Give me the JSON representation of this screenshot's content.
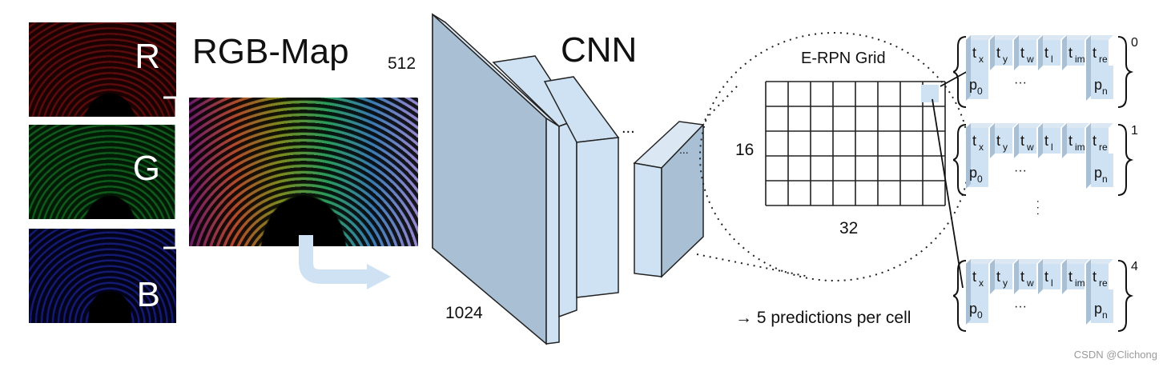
{
  "channels": [
    {
      "label": "R",
      "color": "#c81e1e"
    },
    {
      "label": "G",
      "color": "#1fa838"
    },
    {
      "label": "B",
      "color": "#2630d8"
    }
  ],
  "rgb_map_title": "RGB-Map",
  "cnn_title": "CNN",
  "dims": {
    "height": "512",
    "width": "1024"
  },
  "ellipsis": "...",
  "grid": {
    "title": "E-RPN Grid",
    "rows_label": "16",
    "cols_label": "32"
  },
  "prediction_note": "→ 5 predictions per cell",
  "prediction_blocks": [
    {
      "index": "0"
    },
    {
      "index": "1"
    },
    {
      "index": "4"
    }
  ],
  "pred_terms": [
    "t",
    "t",
    "t",
    "t",
    "t",
    "t"
  ],
  "pred_subs": [
    "x",
    "y",
    "w",
    "l",
    "im",
    "re"
  ],
  "pred_p0": "p",
  "pred_p0_sub": "0",
  "pred_pn": "p",
  "pred_pn_sub": "n",
  "pred_dots": "···",
  "vertical_dots": ". . .",
  "watermark": "CSDN @Clichong",
  "colors": {
    "block_fill": "#cfe2f3",
    "block_side": "#a9bfd4",
    "block_stroke": "#222222",
    "arrow": "#cfe2f3"
  }
}
